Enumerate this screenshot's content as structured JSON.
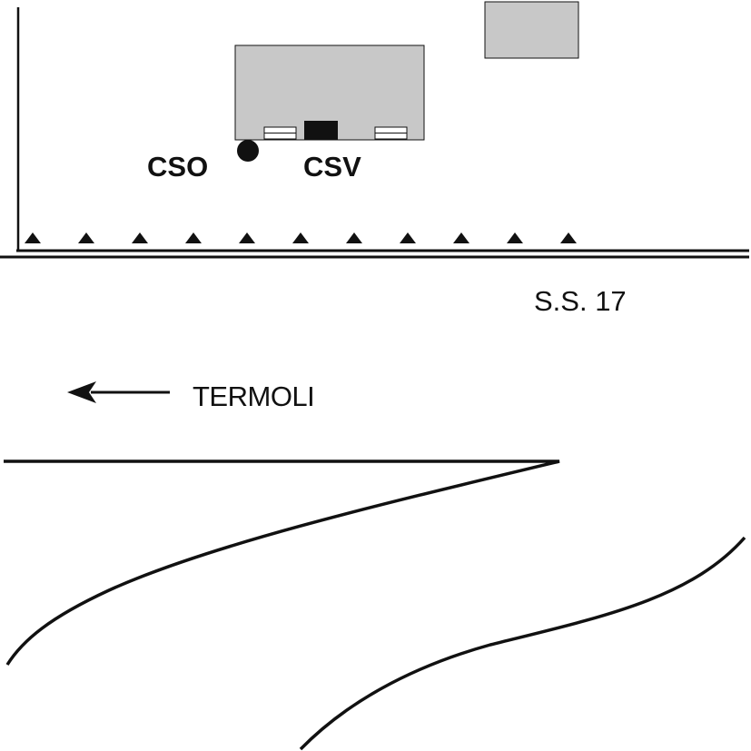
{
  "labels": {
    "cso": "CSO",
    "csv": "CSV",
    "road": "S.S. 17",
    "direction": "TERMOLI"
  },
  "colors": {
    "building_fill": "#c8c8c8",
    "line": "#111111",
    "background": "#ffffff"
  },
  "icons": {
    "direction": "arrow-left-icon",
    "cso_marker": "filled-circle-icon",
    "csv_marker": "filled-rectangle-icon",
    "fence_marker": "triangle-icon"
  }
}
